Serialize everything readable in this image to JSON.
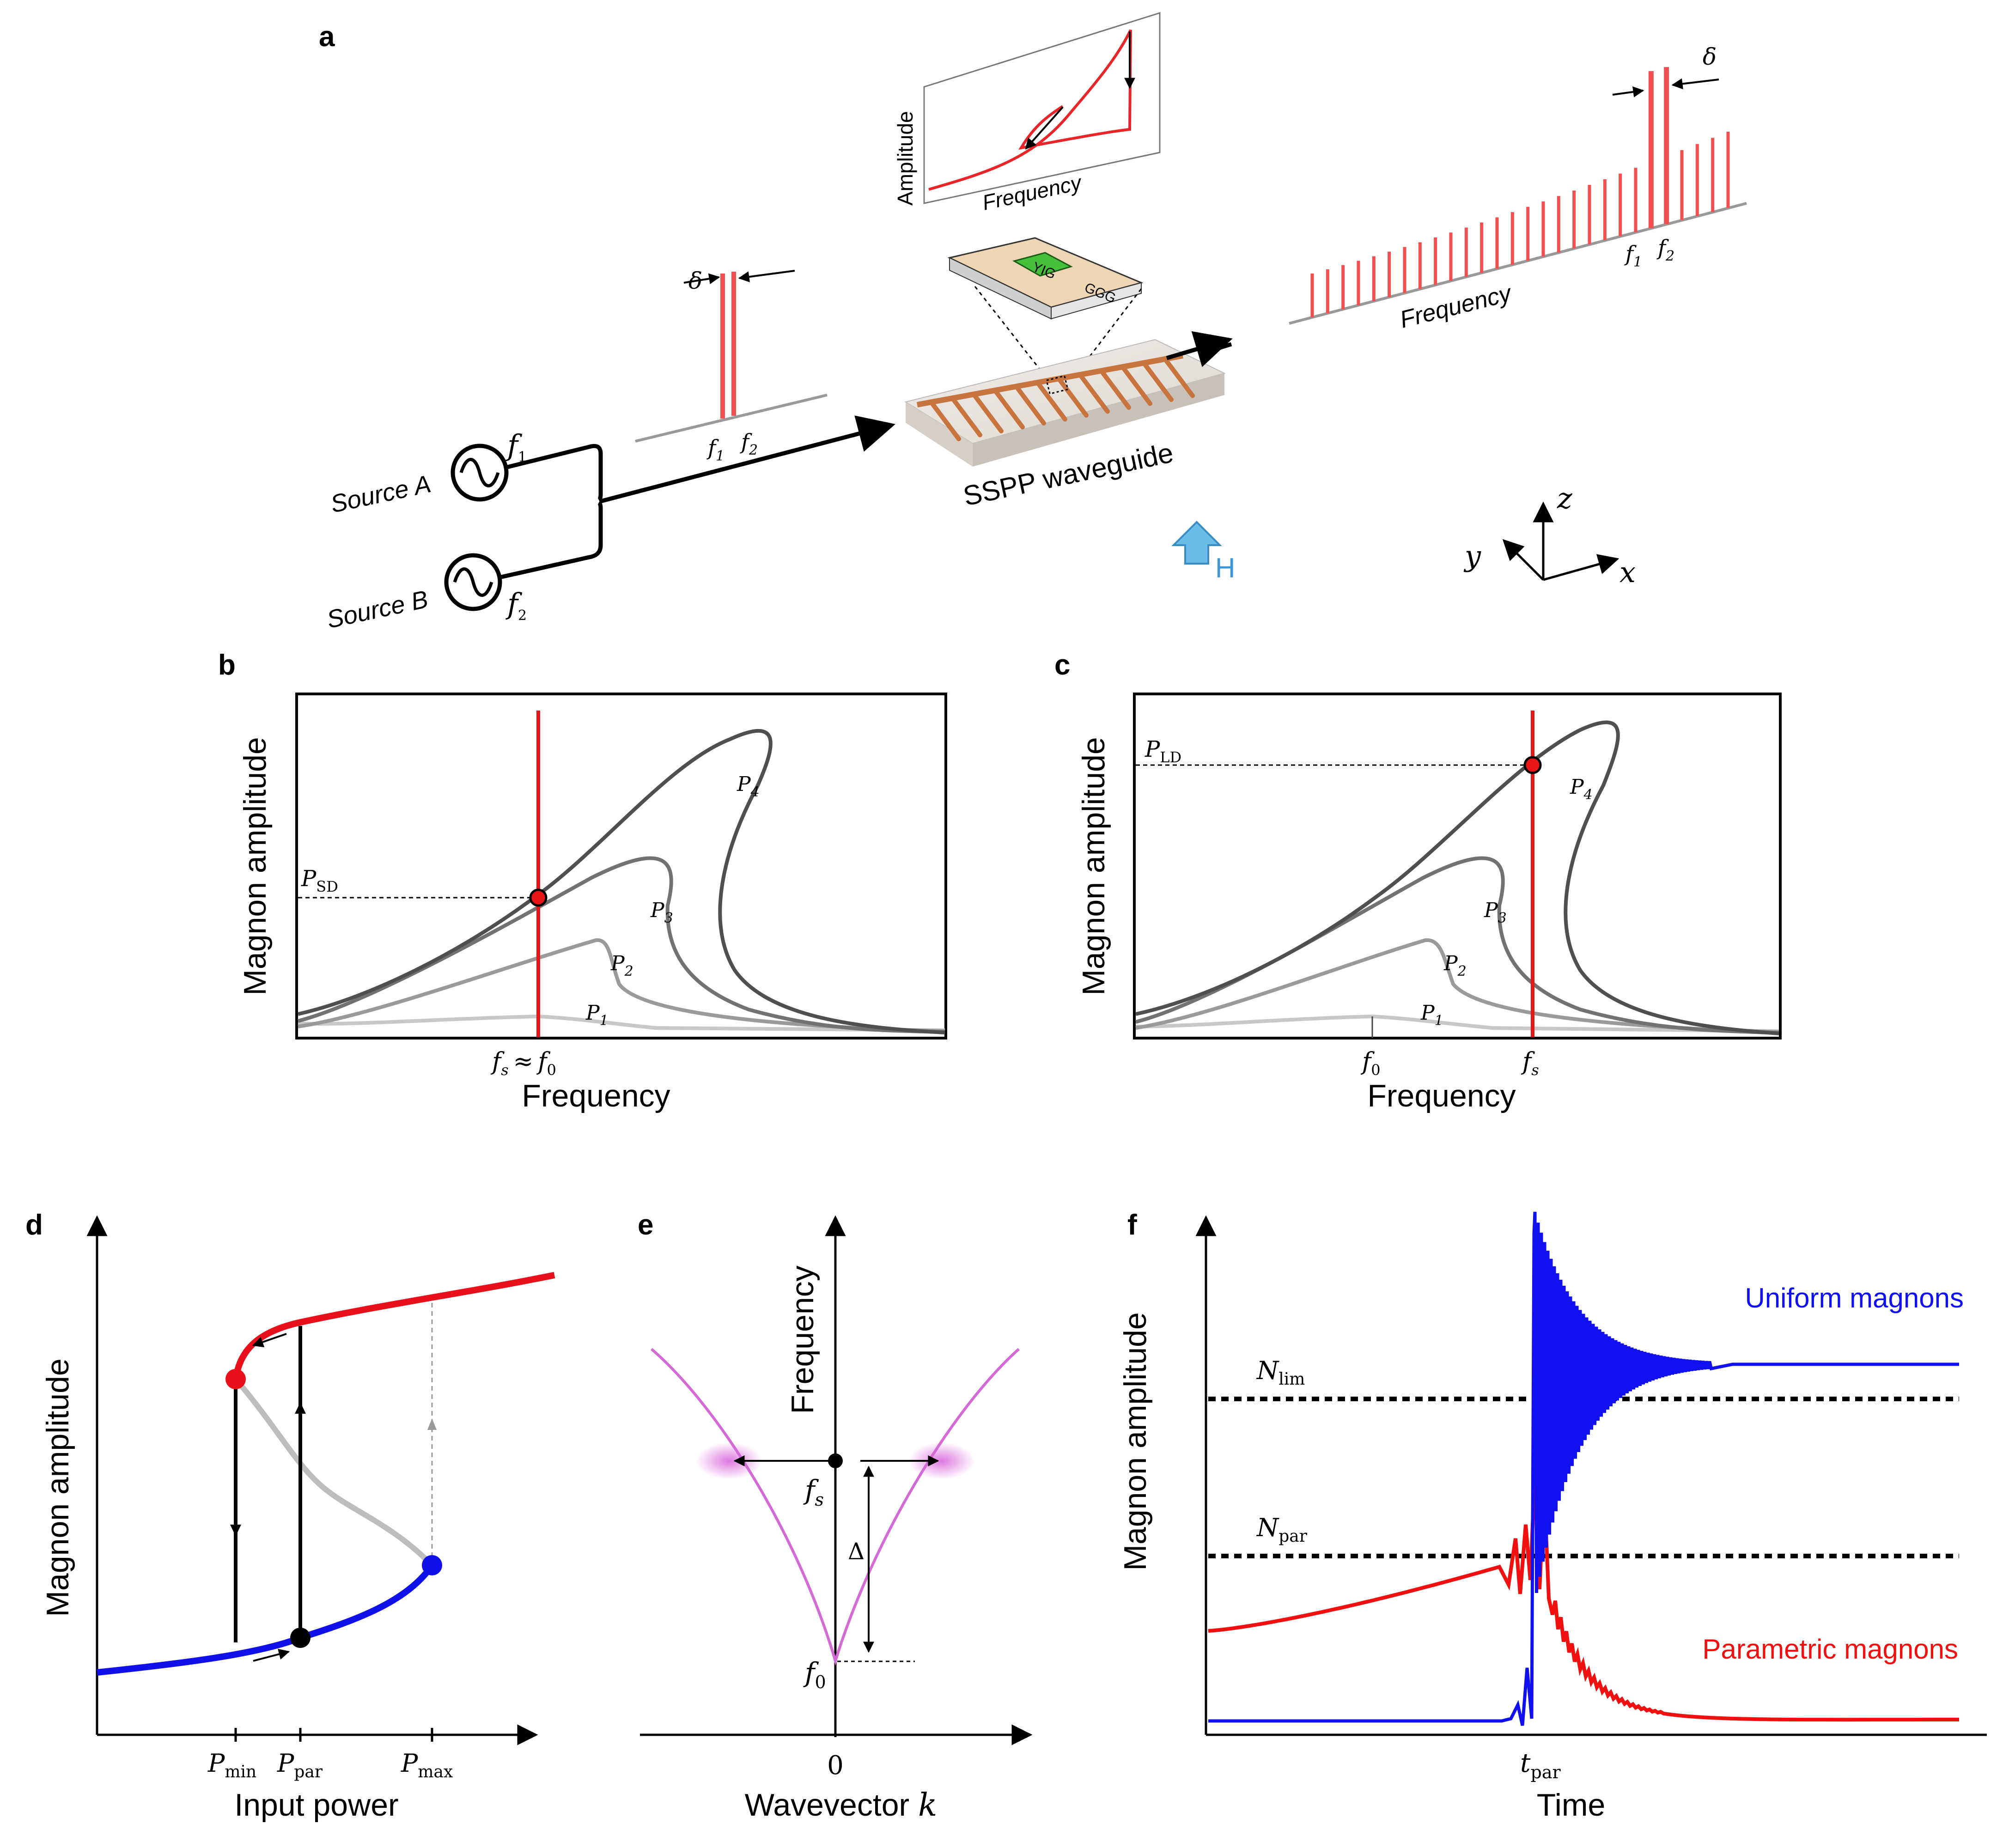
{
  "panels": {
    "a": "a",
    "b": "b",
    "c": "c",
    "d": "d",
    "e": "e",
    "f": "f"
  },
  "panel_a": {
    "source_a": "Source A",
    "source_b": "Source B",
    "f1": "f",
    "f1_sub": "1",
    "f2": "f",
    "f2_sub": "2",
    "delta": "δ",
    "inset_ylabel": "Amplitude",
    "inset_xlabel": "Frequency",
    "chip_yig": "YIG",
    "chip_ggg": "GGG",
    "waveguide": "SSPP waveguide",
    "field": "H",
    "output_xlabel": "Frequency",
    "axes": {
      "x": "x",
      "y": "y",
      "z": "z"
    },
    "colors": {
      "tone": "#e8262a",
      "field_arrow": "#5bb0e6",
      "waveguide": "#ece7e1",
      "finger": "#c8743f"
    }
  },
  "panel_b": {
    "ylabel": "Magnon amplitude",
    "xlabel": "Frequency",
    "tick": "f_s ≈ f_0",
    "tick_fs": "f",
    "tick_approx": "≈",
    "tick_f0": "f",
    "threshold_label": "P",
    "threshold_sub": "SD",
    "curves": [
      "P1",
      "P2",
      "P3",
      "P4"
    ]
  },
  "panel_c": {
    "ylabel": "Magnon amplitude",
    "xlabel": "Frequency",
    "tick_f0": "f",
    "tick_f0_sub": "0",
    "tick_fs": "f",
    "tick_fs_sub": "s",
    "threshold_label": "P",
    "threshold_sub": "LD",
    "curves": [
      "P1",
      "P2",
      "P3",
      "P4"
    ]
  },
  "panel_d": {
    "ylabel": "Magnon amplitude",
    "xlabel": "Input power",
    "ticks": [
      {
        "main": "P",
        "sub": "min"
      },
      {
        "main": "P",
        "sub": "par"
      },
      {
        "main": "P",
        "sub": "max"
      }
    ],
    "colors": {
      "upper": "#e8101a",
      "lower": "#1010e8",
      "unstable": "#bdbdbd"
    }
  },
  "panel_e": {
    "ylabel": "Frequency",
    "xlabel": "Wavevector",
    "xlabel_var": "k",
    "tick": "0",
    "fs": "f",
    "fs_sub": "s",
    "f0": "f",
    "f0_sub": "0",
    "gap": "Δ",
    "colors": {
      "dispersion": "#d46ad6"
    }
  },
  "panel_f": {
    "ylabel": "Magnon amplitude",
    "xlabel": "Time",
    "tick": "t",
    "tick_sub": "par",
    "n_lim": "N",
    "n_lim_sub": "lim",
    "n_par": "N",
    "n_par_sub": "par",
    "uniform": "Uniform magnons",
    "parametric": "Parametric magnons",
    "colors": {
      "uniform": "#1010f0",
      "parametric": "#f01010"
    }
  }
}
